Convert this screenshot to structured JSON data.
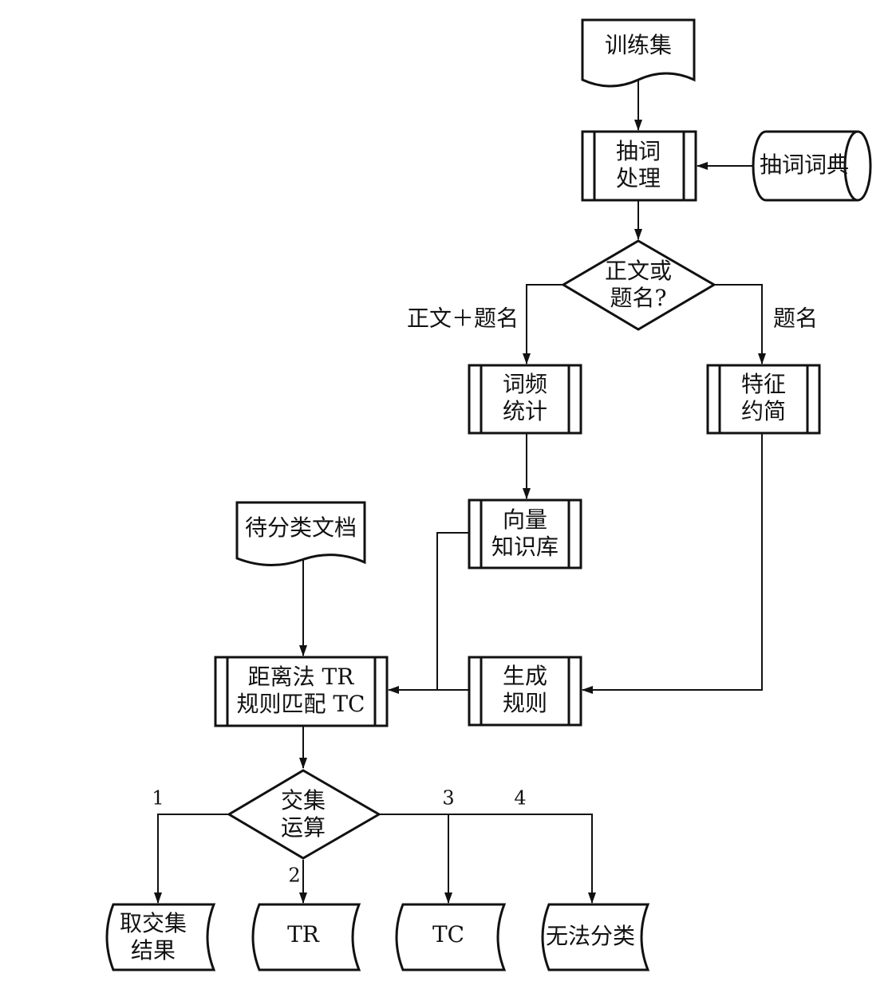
{
  "nodes": {
    "training_set": {
      "lines": [
        "训练集"
      ]
    },
    "word_extraction": {
      "lines": [
        "抽词",
        "处理"
      ]
    },
    "word_dictionary": {
      "lines": [
        "抽词词典"
      ]
    },
    "body_or_title": {
      "lines": [
        "正文或",
        "题名?"
      ]
    },
    "term_frequency": {
      "lines": [
        "词频",
        "统计"
      ]
    },
    "feature_reduction": {
      "lines": [
        "特征",
        "约简"
      ]
    },
    "vector_kb": {
      "lines": [
        "向量",
        "知识库"
      ]
    },
    "pending_docs": {
      "lines": [
        "待分类文档"
      ]
    },
    "generate_rules": {
      "lines": [
        "生成",
        "规则"
      ]
    },
    "distance_rule_match": {
      "lines": [
        "距离法 TR",
        "规则匹配 TC"
      ]
    },
    "intersection_op": {
      "lines": [
        "交集",
        "运算"
      ]
    },
    "result_intersection": {
      "lines": [
        "取交集",
        "结果"
      ]
    },
    "result_tr": {
      "lines": [
        "TR"
      ]
    },
    "result_tc": {
      "lines": [
        "TC"
      ]
    },
    "result_unclassifiable": {
      "lines": [
        "无法分类"
      ]
    }
  },
  "edge_labels": {
    "body_plus_title": "正文＋题名",
    "title_only": "题名",
    "branch_1": "1",
    "branch_2": "2",
    "branch_3": "3",
    "branch_4": "4"
  }
}
